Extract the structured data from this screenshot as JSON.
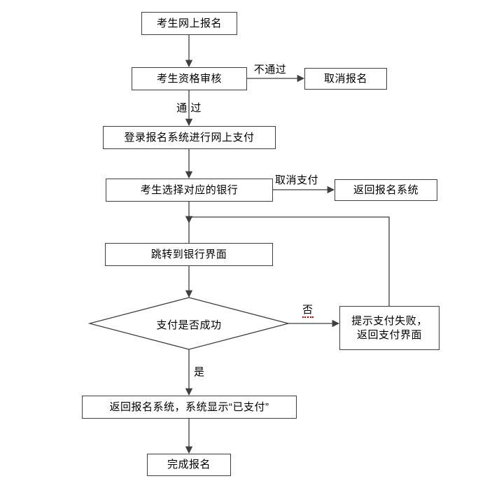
{
  "diagram": {
    "nodes": {
      "start": {
        "label": "考生网上报名"
      },
      "review": {
        "label": "考生资格审核"
      },
      "cancel": {
        "label": "取消报名"
      },
      "login_pay": {
        "label": "登录报名系统进行网上支付"
      },
      "select_bank": {
        "label": "考生选择对应的银行"
      },
      "return_sys": {
        "label": "返回报名系统"
      },
      "bank_page": {
        "label": "跳转到银行界面"
      },
      "pay_check": {
        "label": "支付是否成功"
      },
      "pay_fail": {
        "line1": "提示支付失败，",
        "line2": "返回支付界面"
      },
      "paid": {
        "label": "返回报名系统，系统显示“已支付”"
      },
      "done": {
        "label": "完成报名"
      }
    },
    "edge_labels": {
      "not_pass": "不通过",
      "pass": "通 过",
      "cancel_pay": "取消支付",
      "no": "否",
      "yes": "是"
    },
    "colors": {
      "line": "#3f3f3f",
      "text": "#000000",
      "background": "#ffffff"
    }
  }
}
